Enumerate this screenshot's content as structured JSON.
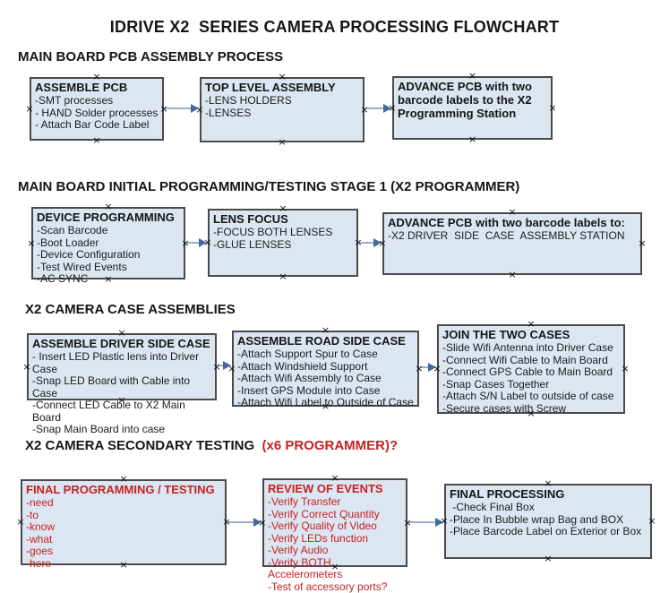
{
  "title": "IDRIVE X2  SERIES CAMERA PROCESSING FLOWCHART",
  "colors": {
    "box_fill": "#dce6f2",
    "box_border": "#4a4a4a",
    "arrow_line": "#9ab0cc",
    "arrow_head": "#44699d",
    "red_text": "#c32222"
  },
  "sections": [
    {
      "heading": "MAIN BOARD PCB ASSEMBLY PROCESS",
      "heading_accent": "",
      "boxes": [
        {
          "title": "ASSEMBLE PCB",
          "items": [
            "-SMT processes",
            "- HAND Solder processes",
            "- Attach Bar Code Label"
          ]
        },
        {
          "title": "TOP LEVEL ASSEMBLY",
          "items": [
            "-LENS HOLDERS",
            "-LENSES"
          ]
        },
        {
          "title": "ADVANCE PCB with two barcode labels to the X2 Programming Station",
          "items": []
        }
      ]
    },
    {
      "heading": "MAIN BOARD INITIAL PROGRAMMING/TESTING STAGE 1 (X2 PROGRAMMER)",
      "heading_accent": "",
      "boxes": [
        {
          "title": "DEVICE PROGRAMMING",
          "items": [
            "-Scan Barcode",
            "-Boot Loader",
            "-Device Configuration",
            "-Test Wired Events",
            "-AC SYNC"
          ]
        },
        {
          "title": "LENS FOCUS",
          "items": [
            "-FOCUS BOTH LENSES",
            "-GLUE LENSES"
          ]
        },
        {
          "title": "ADVANCE PCB with two barcode labels to:",
          "items": [
            "-X2 DRIVER  SIDE  CASE  ASSEMBLY STATION"
          ]
        }
      ]
    },
    {
      "heading": "X2 CAMERA CASE ASSEMBLIES",
      "heading_accent": "",
      "boxes": [
        {
          "title": "ASSEMBLE DRIVER SIDE CASE",
          "items": [
            "- Insert LED Plastic lens into Driver Case",
            "-Snap LED Board with Cable into Case",
            "-Connect LED Cable to X2 Main Board",
            "-Snap Main Board into case"
          ]
        },
        {
          "title": "ASSEMBLE ROAD SIDE CASE",
          "items": [
            "-Attach Support Spur to Case",
            "-Attach Windshield Support",
            "-Attach Wifi Assembly to Case",
            "-Insert GPS Module into Case",
            "-Attach Wifi Label to Outside of Case"
          ]
        },
        {
          "title": "JOIN THE TWO CASES",
          "items": [
            "-Slide Wifi Antenna into Driver Case",
            "-Connect Wifi Cable to Main Board",
            "-Connect GPS Cable to Main Board",
            "-Snap Cases Together",
            "-Attach S/N Label to outside of case",
            "-Secure cases with Screw"
          ]
        }
      ]
    },
    {
      "heading": "X2 CAMERA SECONDARY TESTING",
      "heading_accent": "  (x6 PROGRAMMER)?",
      "boxes": [
        {
          "title": "FINAL PROGRAMMING / TESTING",
          "items": [
            "-need",
            "-to",
            "-know",
            "-what",
            "-goes",
            "-here"
          ]
        },
        {
          "title": "REVIEW OF EVENTS",
          "items": [
            "-Verify Transfer",
            "-Verify Correct Quantity",
            "-Verify Quality of Video",
            "-Verify LEDs function",
            "-Verify Audio",
            "-Verify BOTH Accelerometers",
            "-Test of accessory ports?"
          ]
        },
        {
          "title": "FINAL PROCESSING",
          "items": [
            " -Check Final Box",
            "-Place In Bubble wrap Bag and BOX",
            "-Place Barcode Label on Exterior or Box"
          ]
        }
      ]
    }
  ]
}
